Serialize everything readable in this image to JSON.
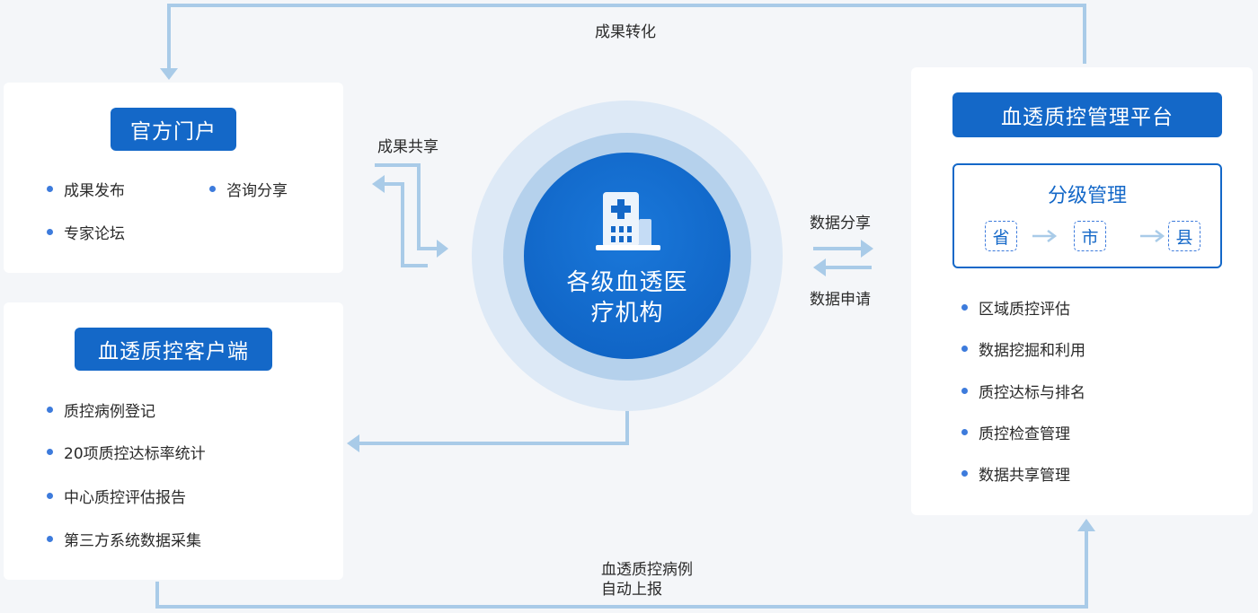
{
  "portal": {
    "title": "官方门户",
    "items": [
      "成果发布",
      "咨询分享",
      "专家论坛"
    ]
  },
  "client": {
    "title": "血透质控客户端",
    "items": [
      "质控病例登记",
      "20项质控达标率统计",
      "中心质控评估报告",
      "第三方系统数据采集"
    ]
  },
  "center": {
    "line1": "各级血透医",
    "line2": "疗机构",
    "icon": "hospital-icon"
  },
  "platform": {
    "title": "血透质控管理平台",
    "grading": {
      "title": "分级管理",
      "levels": [
        "省",
        "市",
        "县"
      ]
    },
    "items": [
      "区域质控评估",
      "数据挖掘和利用",
      "质控达标与排名",
      "质控检查管理",
      "数据共享管理"
    ]
  },
  "flows": {
    "top": "成果转化",
    "share": "成果共享",
    "data_share": "数据分享",
    "data_apply": "数据申请",
    "bottom_line1": "血透质控病例",
    "bottom_line2": "自动上报"
  },
  "colors": {
    "accent": "#1468c8",
    "connector": "#a9cbe8",
    "bullet": "#3d7bdc"
  }
}
